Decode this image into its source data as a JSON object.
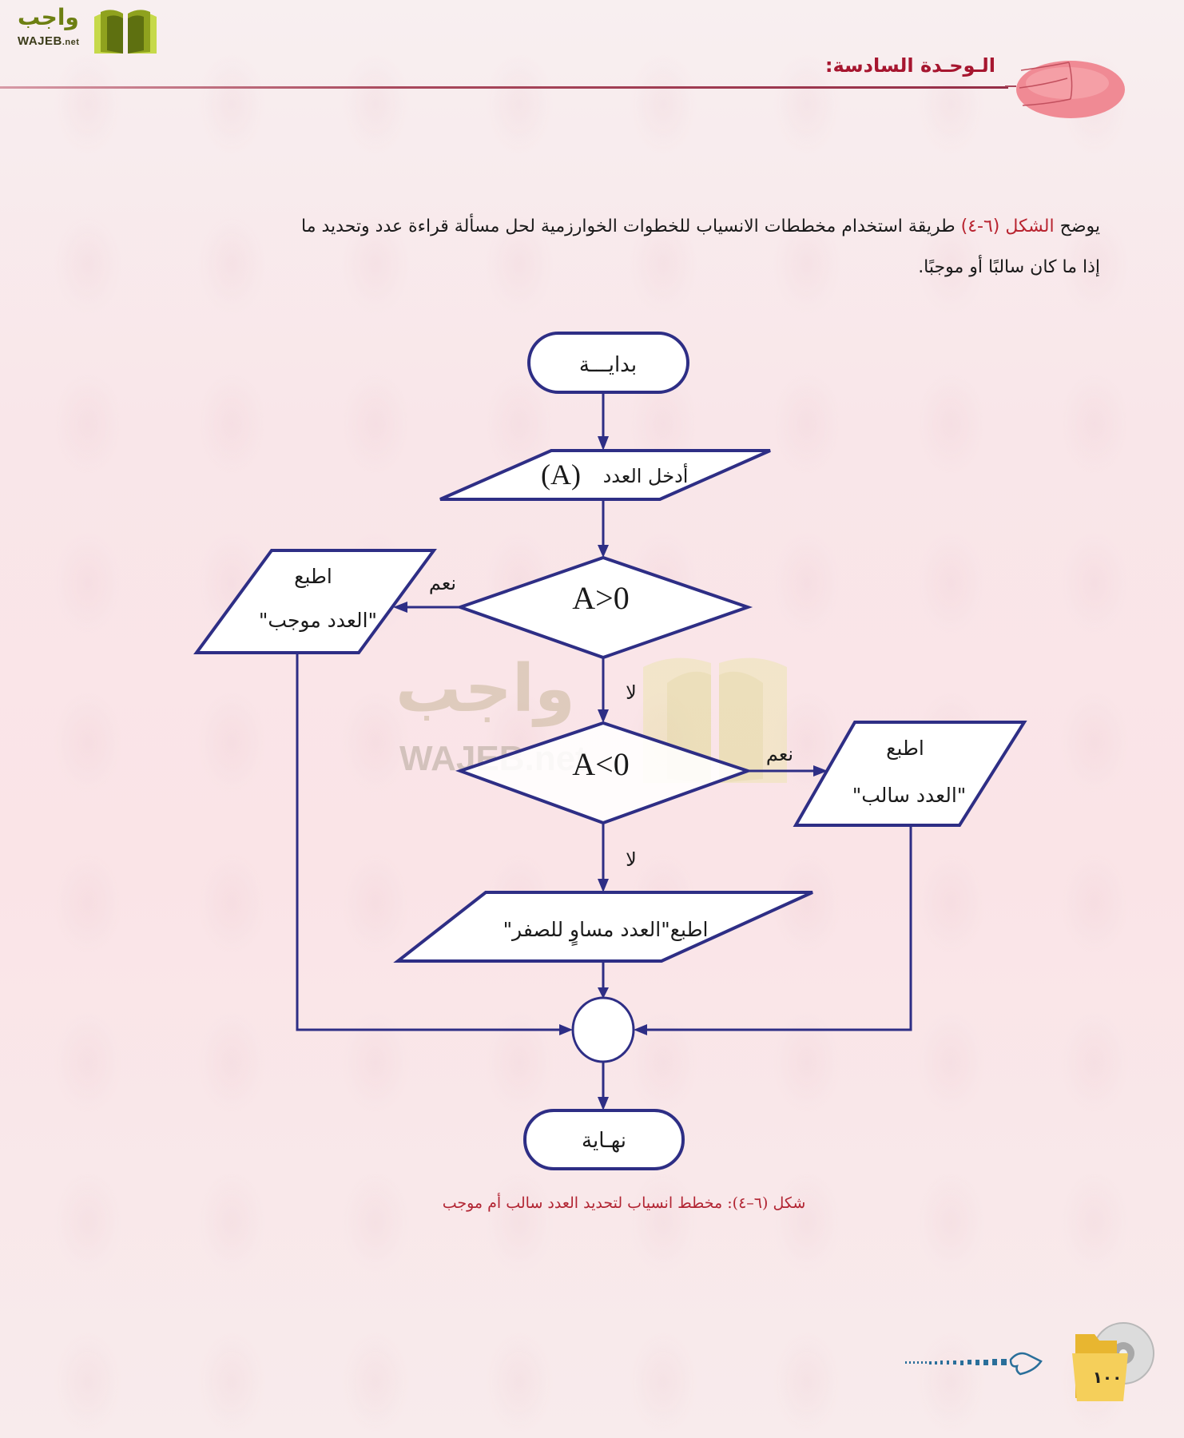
{
  "brand": {
    "name_ar": "واجب",
    "name_en": "WAJEB",
    "name_en_suffix": ".net"
  },
  "header": {
    "unit_title": "الـوحـدة السادسة:"
  },
  "intro": {
    "prefix": "يوضح ",
    "figure_ref": "الشكل (٦-٤)",
    "line1_rest": " طريقة استخدام مخططات الانسياب للخطوات الخوارزمية لحل مسألة قراءة عدد وتحديد ما",
    "line2": "إذا ما كان سالبًا أو موجبًا."
  },
  "flowchart": {
    "start": "بدايـــة",
    "input": "أدخل العدد",
    "input_var": "(A)",
    "decision1": "A>0",
    "decision2": "A<0",
    "yes_label": "نعم",
    "no_label": "لا",
    "print_positive_cmd": "اطبع",
    "print_positive_msg": "\"العدد موجب\"",
    "print_negative_cmd": "اطبع",
    "print_negative_msg": "\"العدد سالب\"",
    "print_zero": "اطبع\"العدد مساوٍ للصفر\"",
    "end": "نهـاية"
  },
  "watermark": {
    "ar": "واجب",
    "en": "WAJEB.net"
  },
  "caption": "شكل (٦–٤): مخطط انسياب لتحديد العدد سالب أم موجب",
  "footer": {
    "page_number": "١٠٠"
  },
  "colors": {
    "flow_stroke": "#2e2e85",
    "accent_red": "#b8232f",
    "brand_green": "#6d7f12",
    "header_line": "#952e47"
  }
}
